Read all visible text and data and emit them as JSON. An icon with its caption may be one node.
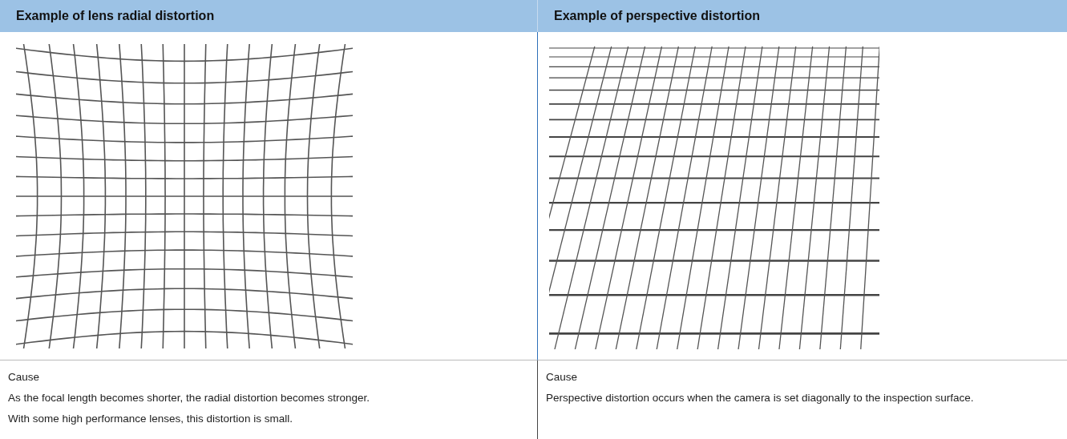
{
  "diagram": {
    "labels": [
      "Example of lens radial distortion",
      "Example of perspective distortion",
      "Cause",
      "As the focal length becomes shorter, the radial distortion becomes stronger.",
      "With some high performance lenses, this distortion is small.",
      "Cause",
      "Perspective distortion occurs when the camera is set diagonally to the inspection surface."
    ]
  }
}
